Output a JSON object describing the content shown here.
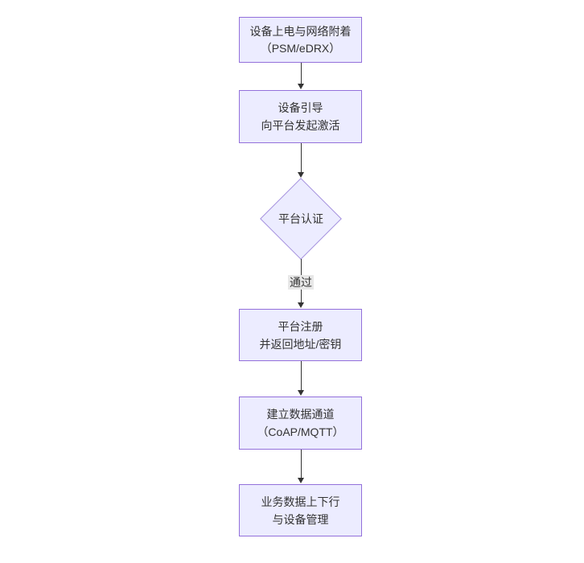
{
  "diagram": {
    "type": "flowchart",
    "direction": "top-down",
    "colors": {
      "background": "#ffffff",
      "node_fill": "#ECECFF",
      "node_border": "#9370DB",
      "diamond_border": "#a490de",
      "arrow": "#333333",
      "text": "#333333",
      "edge_label_bg": "#e8e8e8"
    },
    "nodes": [
      {
        "id": "power-attach",
        "type": "rect",
        "lines": [
          "设备上电与网络附着",
          "（PSM/eDRX）"
        ]
      },
      {
        "id": "bootstrap",
        "type": "rect",
        "lines": [
          "设备引导",
          "向平台发起激活"
        ]
      },
      {
        "id": "platform-auth",
        "type": "diamond",
        "lines": [
          "平台认证"
        ]
      },
      {
        "id": "register",
        "type": "rect",
        "lines": [
          "平台注册",
          "并返回地址/密钥"
        ]
      },
      {
        "id": "data-channel",
        "type": "rect",
        "lines": [
          "建立数据通道",
          "（CoAP/MQTT）"
        ]
      },
      {
        "id": "business",
        "type": "rect",
        "lines": [
          "业务数据上下行",
          "与设备管理"
        ]
      }
    ],
    "edges": [
      {
        "from": "power-attach",
        "to": "bootstrap",
        "label": ""
      },
      {
        "from": "bootstrap",
        "to": "platform-auth",
        "label": ""
      },
      {
        "from": "platform-auth",
        "to": "register",
        "label": "通过"
      },
      {
        "from": "register",
        "to": "data-channel",
        "label": ""
      },
      {
        "from": "data-channel",
        "to": "business",
        "label": ""
      }
    ]
  }
}
